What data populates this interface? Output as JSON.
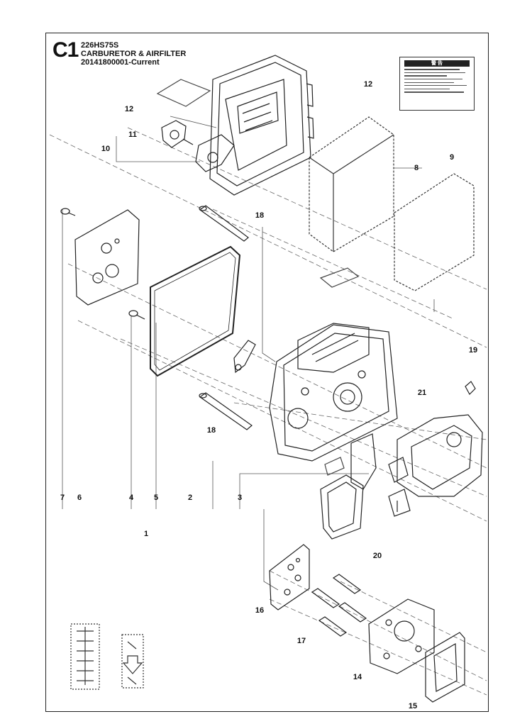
{
  "header": {
    "section_code": "C1",
    "model": "226HS75S",
    "title": "CARBURETOR & AIRFILTER",
    "serial_range": "20141800001-Current"
  },
  "warning_decal": {
    "icon": "warning-triangle-icon",
    "heading": "警 告"
  },
  "callouts": [
    {
      "id": "c12a",
      "text": "12"
    },
    {
      "id": "c12b",
      "text": "12"
    },
    {
      "id": "c11",
      "text": "11"
    },
    {
      "id": "c10",
      "text": "10"
    },
    {
      "id": "c8",
      "text": "8"
    },
    {
      "id": "c9",
      "text": "9"
    },
    {
      "id": "c18a",
      "text": "18"
    },
    {
      "id": "c19",
      "text": "19"
    },
    {
      "id": "c21",
      "text": "21"
    },
    {
      "id": "c18b",
      "text": "18"
    },
    {
      "id": "c7",
      "text": "7"
    },
    {
      "id": "c6",
      "text": "6"
    },
    {
      "id": "c4",
      "text": "4"
    },
    {
      "id": "c5",
      "text": "5"
    },
    {
      "id": "c2",
      "text": "2"
    },
    {
      "id": "c3",
      "text": "3"
    },
    {
      "id": "c1",
      "text": "1"
    },
    {
      "id": "c20",
      "text": "20"
    },
    {
      "id": "c16",
      "text": "16"
    },
    {
      "id": "c17",
      "text": "17"
    },
    {
      "id": "c14",
      "text": "14"
    },
    {
      "id": "c15",
      "text": "15"
    }
  ],
  "colors": {
    "line": "#222222",
    "leader": "#555555",
    "paper": "#ffffff"
  }
}
